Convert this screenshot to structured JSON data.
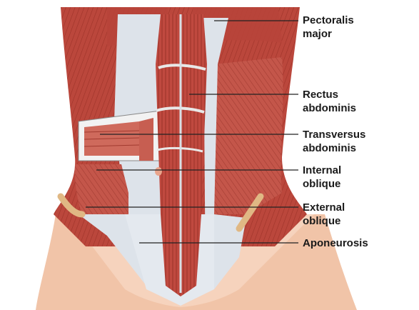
{
  "labels": [
    {
      "line1": "Pectoralis",
      "line2": "major"
    },
    {
      "line1": "Rectus",
      "line2": "abdominis"
    },
    {
      "line1": "Transversus",
      "line2": "abdominis"
    },
    {
      "line1": "Internal",
      "line2": "oblique"
    },
    {
      "line1": "External",
      "line2": "oblique"
    },
    {
      "line1": "Aponeurosis",
      "line2": ""
    }
  ],
  "colors": {
    "muscle": "#b8443a",
    "muscle_light": "#cf6a5c",
    "aponeurosis": "#dde3ea",
    "skin": "#f0c2a6",
    "leader_line": "#222222"
  }
}
